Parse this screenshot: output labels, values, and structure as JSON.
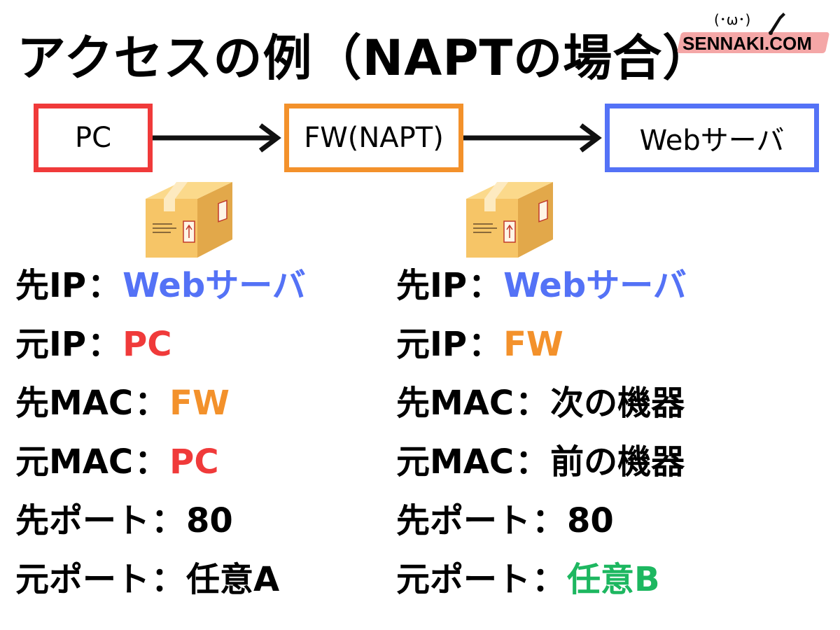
{
  "title": "アクセスの例（NAPTの場合）",
  "brand": {
    "text": "SENNAKI.COM",
    "face": "(･ω･)"
  },
  "nodes": {
    "pc": {
      "label": "PC",
      "color": "#f03a3a"
    },
    "fw": {
      "label": "FW(NAPT)",
      "color": "#f3912b"
    },
    "web": {
      "label": "Webサーバ",
      "color": "#5472f6"
    }
  },
  "colors": {
    "blue": "#5472f6",
    "red": "#f03a3a",
    "orange": "#f3912b",
    "green": "#1db760",
    "text": "#000000"
  },
  "separator": "：",
  "packets": [
    {
      "position": "left",
      "icon": "package-icon",
      "rows": [
        {
          "key": "先IP",
          "value": "Webサーバ",
          "color": "blue"
        },
        {
          "key": "元IP",
          "value": "PC",
          "color": "red"
        },
        {
          "key": "先MAC",
          "value": "FW",
          "color": "orange"
        },
        {
          "key": "元MAC",
          "value": "PC",
          "color": "red"
        },
        {
          "key": "先ポート",
          "value": "80",
          "color": "text"
        },
        {
          "key": "元ポート",
          "value": "任意A",
          "color": "text"
        }
      ]
    },
    {
      "position": "right",
      "icon": "package-icon",
      "rows": [
        {
          "key": "先IP",
          "value": "Webサーバ",
          "color": "blue"
        },
        {
          "key": "元IP",
          "value": "FW",
          "color": "orange"
        },
        {
          "key": "先MAC",
          "value": "次の機器",
          "color": "text"
        },
        {
          "key": "元MAC",
          "value": "前の機器",
          "color": "text"
        },
        {
          "key": "先ポート",
          "value": "80",
          "color": "text"
        },
        {
          "key": "元ポート",
          "value": "任意B",
          "color": "green"
        }
      ]
    }
  ]
}
